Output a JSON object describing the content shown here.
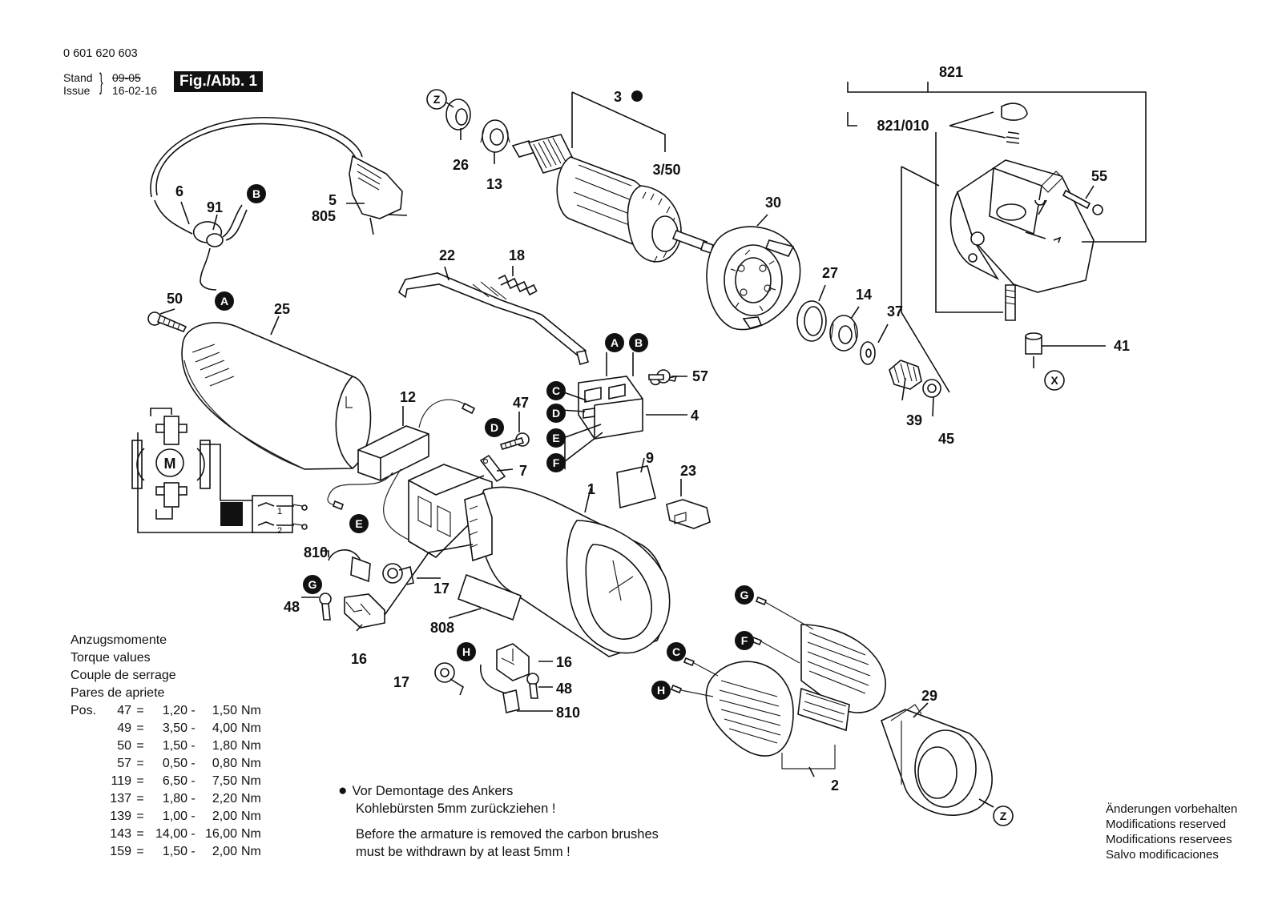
{
  "header": {
    "doc_number": "0 601 620 603",
    "stand_label": "Stand",
    "issue_label": "Issue",
    "stand_date": "09-05",
    "issue_date": "16-02-16",
    "figure_label": "Fig./Abb. 1"
  },
  "callouts": {
    "p3": "3",
    "p3_50": "3/50",
    "p26": "26",
    "p13": "13",
    "p30": "30",
    "p27": "27",
    "p14": "14",
    "p37": "37",
    "p39": "39",
    "p45": "45",
    "p821": "821",
    "p821_010": "821/010",
    "p55": "55",
    "p41": "41",
    "p6": "6",
    "p91": "91",
    "p5": "5",
    "p805": "805",
    "p22": "22",
    "p18": "18",
    "p50": "50",
    "p25": "25",
    "p12": "12",
    "p47": "47",
    "p57": "57",
    "p4": "4",
    "p7": "7",
    "p1": "1",
    "p9": "9",
    "p23": "23",
    "p810a": "810",
    "p17a": "17",
    "p48a": "48",
    "p808": "808",
    "p16a": "16",
    "p17b": "17",
    "p16b": "16",
    "p48b": "48",
    "p810b": "810",
    "p29": "29",
    "p2": "2",
    "motor": "M",
    "sw1": "1",
    "sw2": "2"
  },
  "connectors": {
    "z_top": "Z",
    "z_bottom": "Z",
    "x": "X",
    "a_cord": "A",
    "b_cord": "B",
    "a_switch": "A",
    "b_switch": "B",
    "c_switch": "C",
    "d_switch": "D",
    "e_switch": "E",
    "f_switch": "F",
    "d_filter": "D",
    "e_filter": "E",
    "g_brush": "G",
    "h_brush": "H",
    "g_field": "G",
    "f_field": "F",
    "c_field": "C",
    "h_field": "H"
  },
  "torque": {
    "heading": [
      "Anzugsmomente",
      "Torque values",
      "Couple de serrage",
      "Pares de apriete"
    ],
    "pos_label": "Pos.",
    "rows": [
      {
        "pos": "47",
        "eq": "=",
        "min": "1,20",
        "dash": "-",
        "max": "1,50",
        "unit": "Nm"
      },
      {
        "pos": "49",
        "eq": "=",
        "min": "3,50",
        "dash": "-",
        "max": "4,00",
        "unit": "Nm"
      },
      {
        "pos": "50",
        "eq": "=",
        "min": "1,50",
        "dash": "-",
        "max": "1,80",
        "unit": "Nm"
      },
      {
        "pos": "57",
        "eq": "=",
        "min": "0,50",
        "dash": "-",
        "max": "0,80",
        "unit": "Nm"
      },
      {
        "pos": "119",
        "eq": "=",
        "min": "6,50",
        "dash": "-",
        "max": "7,50",
        "unit": "Nm"
      },
      {
        "pos": "137",
        "eq": "=",
        "min": "1,80",
        "dash": "-",
        "max": "2,20",
        "unit": "Nm"
      },
      {
        "pos": "139",
        "eq": "=",
        "min": "1,00",
        "dash": "-",
        "max": "2,00",
        "unit": "Nm"
      },
      {
        "pos": "143",
        "eq": "=",
        "min": "14,00",
        "dash": "-",
        "max": "16,00",
        "unit": "Nm"
      },
      {
        "pos": "159",
        "eq": "=",
        "min": "1,50",
        "dash": "-",
        "max": "2,00",
        "unit": "Nm"
      }
    ]
  },
  "note": {
    "bullet": "●",
    "de_line1": "Vor Demontage des Ankers",
    "de_line2": "Kohlebürsten 5mm zurückziehen !",
    "en_line1": "Before the armature is removed the carbon brushes",
    "en_line2": "must be withdrawn by at least 5mm !"
  },
  "modifications": [
    "Änderungen vorbehalten",
    "Modifications reserved",
    "Modifications reservees",
    "Salvo modificaciones"
  ]
}
